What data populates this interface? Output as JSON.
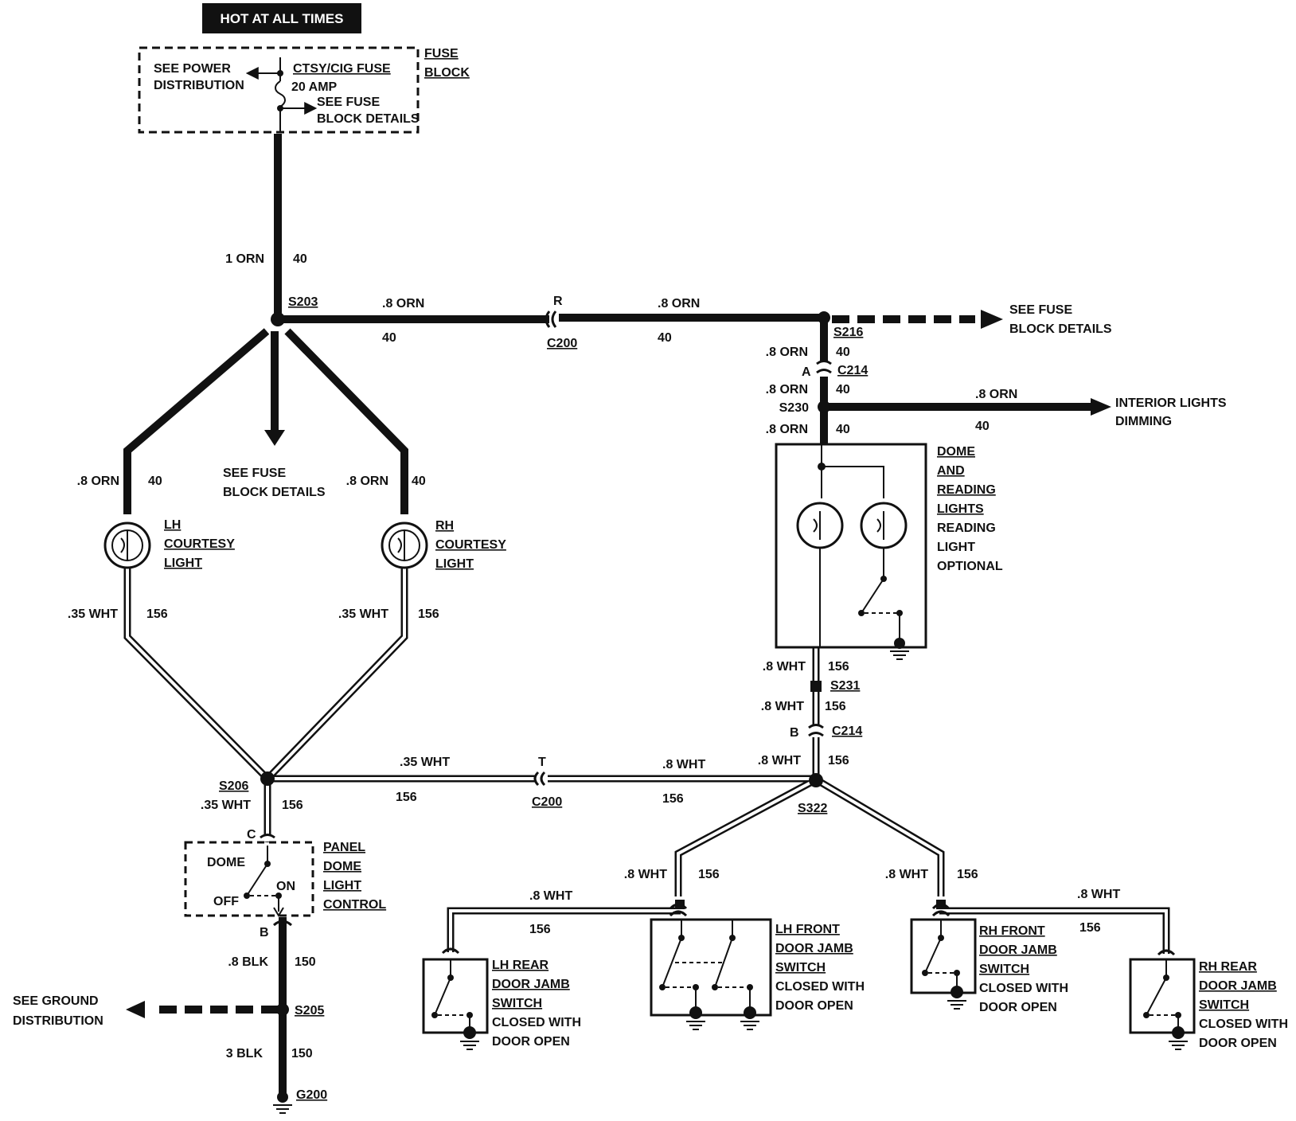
{
  "header": {
    "title": "HOT AT ALL TIMES"
  },
  "fuse_block": {
    "label_1": "FUSE",
    "label_2": "BLOCK",
    "power_1": "SEE POWER",
    "power_2": "DISTRIBUTION",
    "fuse_name": "CTSY/CIG FUSE",
    "fuse_rating": "20 AMP",
    "details_1": "SEE FUSE",
    "details_2": "BLOCK DETAILS"
  },
  "wires": {
    "main_gauge": "1 ORN",
    "main_circuit": "40",
    "s203_right_gauge": ".8 ORN",
    "s203_right_circuit": "40",
    "c200_right_gauge": ".8 ORN",
    "c200_right_circuit": "40",
    "lh_gauge": ".8 ORN",
    "lh_circuit": "40",
    "rh_gauge": ".8 ORN",
    "rh_circuit": "40",
    "lh_wht_gauge": ".35 WHT",
    "lh_wht_circuit": "156",
    "rh_wht_gauge": ".35 WHT",
    "rh_wht_circuit": "156",
    "s216_gauge": ".8 ORN",
    "s216_circuit": "40",
    "c214a_gauge": ".8 ORN",
    "c214a_circuit": "40",
    "s230_right_gauge": ".8 ORN",
    "s230_right_circuit": "40",
    "s230_down_gauge": ".8 ORN",
    "s230_down_circuit": "40",
    "dome_out_gauge": ".8 WHT",
    "dome_out_circuit": "156",
    "s231_gauge": ".8 WHT",
    "s231_circuit": "156",
    "c214b_gauge": ".8 WHT",
    "c214b_circuit": "156",
    "s206_right_gauge": ".35 WHT",
    "s206_right_circuit": "156",
    "c200t_right_gauge": ".8 WHT",
    "c200t_right_circuit": "156",
    "s206_down_gauge": ".35 WHT",
    "s206_down_circuit": "156",
    "panel_out_gauge": ".8 BLK",
    "panel_out_circuit": "150",
    "ground_gauge": "3 BLK",
    "ground_circuit": "150",
    "lhf_gauge": ".8 WHT",
    "lhf_circuit": "156",
    "lhr_gauge": ".8 WHT",
    "lhr_circuit": "156",
    "rhf_gauge": ".8 WHT",
    "rhf_circuit": "156",
    "rhr_gauge": ".8 WHT",
    "rhr_circuit": "156"
  },
  "splices": {
    "s203": "S203",
    "s216": "S216",
    "s230": "S230",
    "s231": "S231",
    "s206": "S206",
    "s322": "S322",
    "s205": "S205",
    "g200": "G200"
  },
  "connectors": {
    "c200_r_pin": "R",
    "c200_r": "C200",
    "c214_a_pin": "A",
    "c214_a": "C214",
    "c214_b_pin": "B",
    "c214_b": "C214",
    "c200_t_pin": "T",
    "c200_t": "C200",
    "panel_c_pin": "C",
    "panel_b_pin": "B"
  },
  "notes": {
    "center_fuse_1": "SEE FUSE",
    "center_fuse_2": "BLOCK DETAILS",
    "s216_fuse_1": "SEE FUSE",
    "s216_fuse_2": "BLOCK DETAILS",
    "dimming_1": "INTERIOR LIGHTS",
    "dimming_2": "DIMMING",
    "ground_1": "SEE GROUND",
    "ground_2": "DISTRIBUTION"
  },
  "components": {
    "lh_courtesy": [
      "LH",
      "COURTESY",
      "LIGHT"
    ],
    "rh_courtesy": [
      "RH",
      "COURTESY",
      "LIGHT"
    ],
    "dome": [
      "DOME",
      "AND",
      "READING",
      "LIGHTS",
      "READING",
      "LIGHT",
      "OPTIONAL"
    ],
    "panel": [
      "PANEL",
      "DOME",
      "LIGHT",
      "CONTROL"
    ],
    "panel_dome": "DOME",
    "panel_off": "OFF",
    "panel_on": "ON",
    "lh_front": [
      "LH FRONT",
      "DOOR JAMB",
      "SWITCH",
      "CLOSED WITH",
      "DOOR OPEN"
    ],
    "lh_rear": [
      "LH REAR",
      "DOOR JAMB",
      "SWITCH",
      "CLOSED WITH",
      "DOOR OPEN"
    ],
    "rh_front": [
      "RH FRONT",
      "DOOR JAMB",
      "SWITCH",
      "CLOSED WITH",
      "DOOR OPEN"
    ],
    "rh_rear": [
      "RH REAR",
      "DOOR JAMB",
      "SWITCH",
      "CLOSED WITH",
      "DOOR OPEN"
    ]
  }
}
